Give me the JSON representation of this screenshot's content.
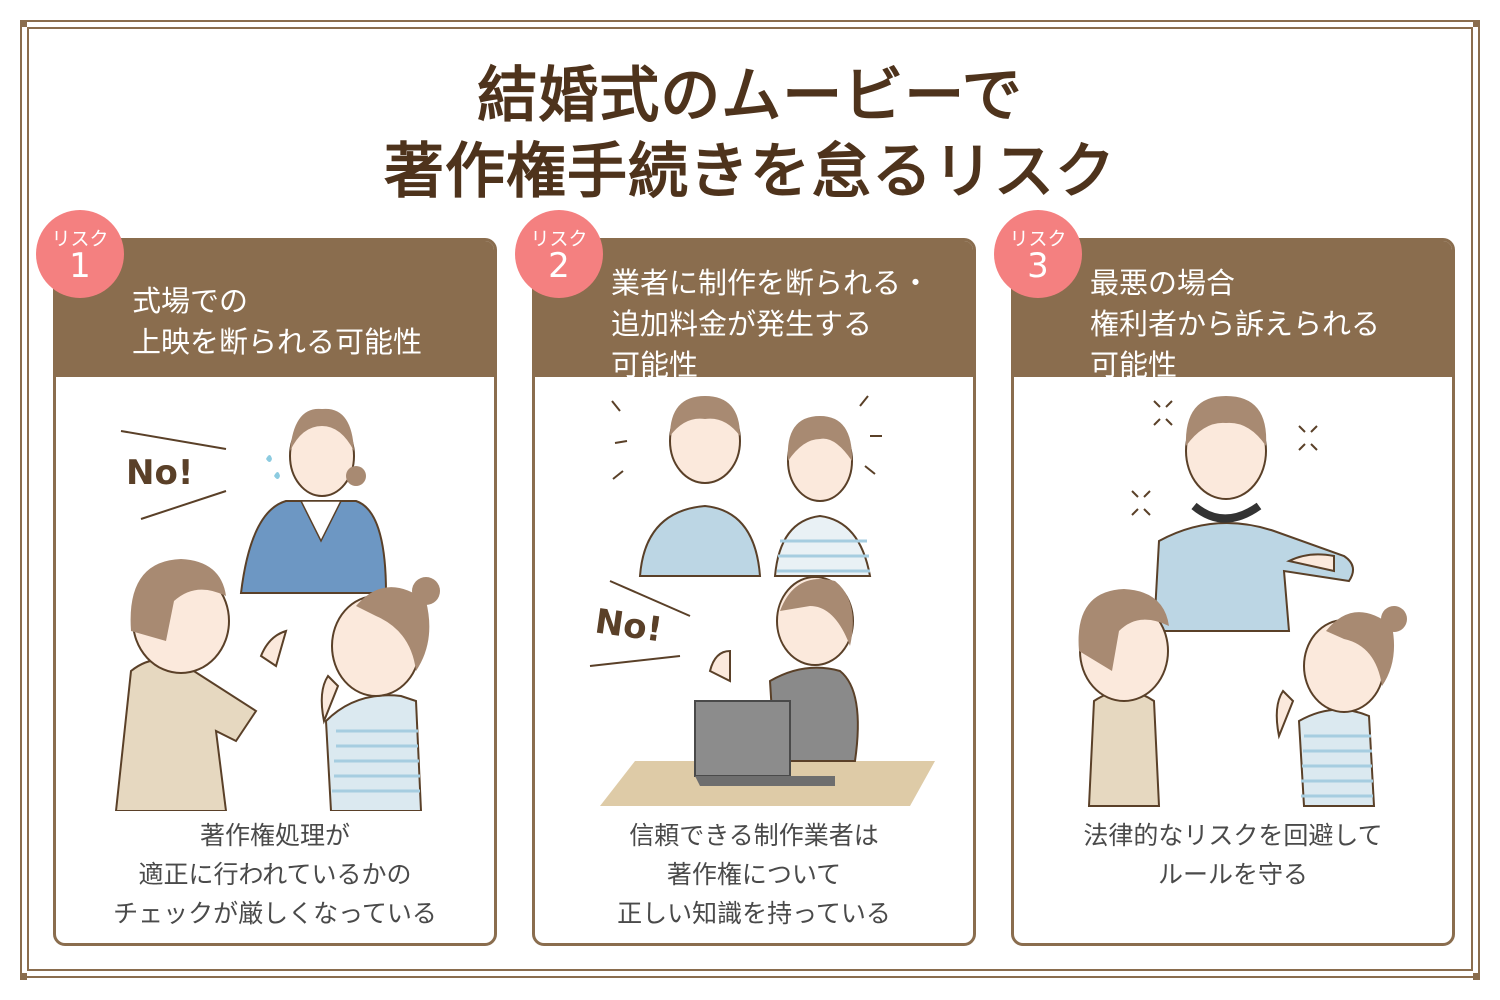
{
  "title": {
    "line1": "結婚式のムービーで",
    "line2": "著作権手続きを怠るリスク"
  },
  "colors": {
    "brown": "#8a6d4e",
    "title_text": "#4e331c",
    "badge_pink": "#f48080",
    "body_text": "#4a4a4a"
  },
  "cards": [
    {
      "badge_label": "リスク",
      "badge_number": "1",
      "heading_lines": [
        "式場での",
        "上映を断られる可能性"
      ],
      "illustration_text": "No!",
      "body_lines": [
        "著作権処理が",
        "適正に行われているかの",
        "チェックが厳しくなっている"
      ]
    },
    {
      "badge_label": "リスク",
      "badge_number": "2",
      "heading_lines": [
        "業者に制作を断られる・",
        "追加料金が発生する",
        "可能性"
      ],
      "illustration_text": "No!",
      "body_lines": [
        "信頼できる制作業者は",
        "著作権について",
        "正しい知識を持っている"
      ]
    },
    {
      "badge_label": "リスク",
      "badge_number": "3",
      "heading_lines": [
        "最悪の場合",
        "権利者から訴えられる",
        "可能性"
      ],
      "body_lines": [
        "法律的なリスクを回避して",
        "ルールを守る"
      ]
    }
  ]
}
